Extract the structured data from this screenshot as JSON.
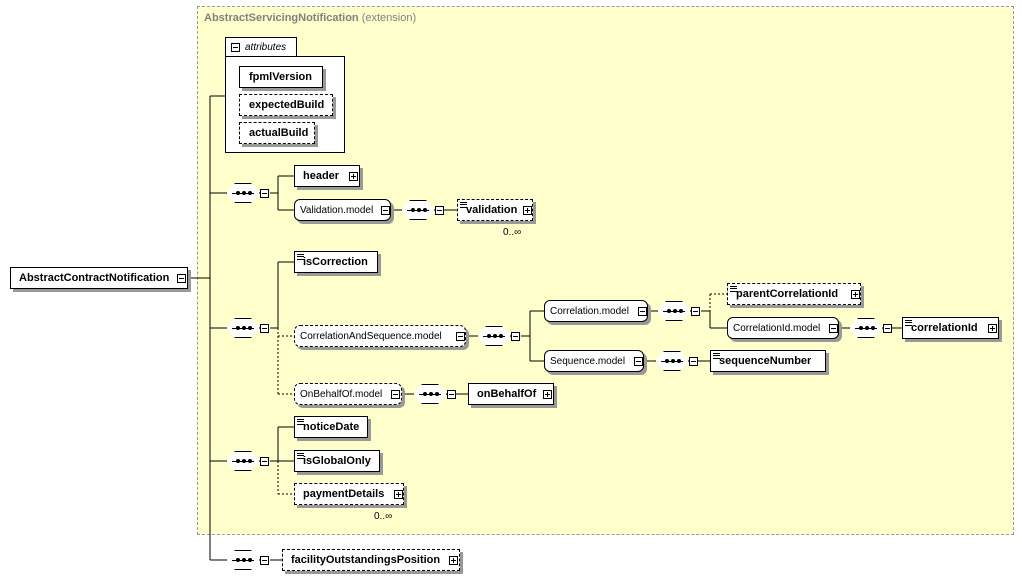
{
  "extension": {
    "type_name": "AbstractServicingNotification",
    "suffix": "(extension)"
  },
  "root": {
    "label": "AbstractContractNotification"
  },
  "attributes": {
    "label": "attributes",
    "items": [
      "fpmlVersion",
      "expectedBuild",
      "actualBuild"
    ]
  },
  "group1": {
    "header": "header",
    "validation_model": "Validation.model",
    "validation": "validation",
    "validation_occ": "0..∞"
  },
  "group2": {
    "is_correction": "isCorrection",
    "corr_seq_model": "CorrelationAndSequence.model",
    "correlation_model": "Correlation.model",
    "parent_correlation_id": "parentCorrelationId",
    "correlation_id_model": "CorrelationId.model",
    "correlation_id": "correlationId",
    "sequence_model": "Sequence.model",
    "sequence_number": "sequenceNumber",
    "on_behalf_of_model": "OnBehalfOf.model",
    "on_behalf_of": "onBehalfOf"
  },
  "group3": {
    "notice_date": "noticeDate",
    "is_global_only": "isGlobalOnly",
    "payment_details": "paymentDetails",
    "payment_details_occ": "0..∞"
  },
  "group4": {
    "facility_outstandings_position": "facilityOutstandingsPosition"
  },
  "colors": {
    "extension_bg": "#ffffcc",
    "shadow": "#999999"
  }
}
